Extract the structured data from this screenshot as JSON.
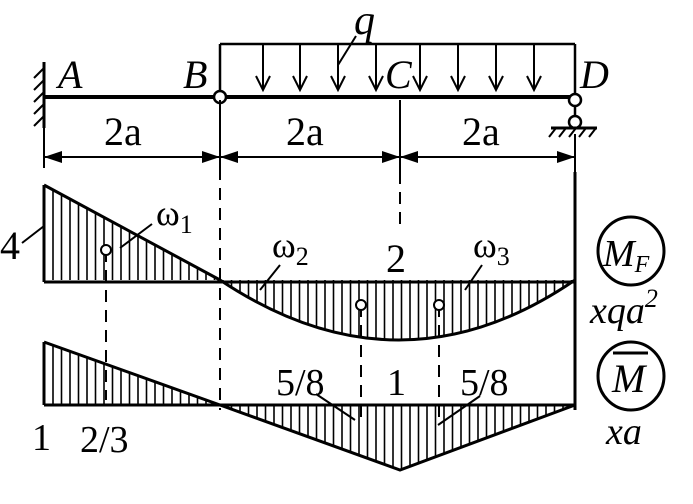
{
  "points": {
    "A": "A",
    "B": "B",
    "C": "C",
    "D": "D"
  },
  "load": {
    "q": "q"
  },
  "spans": [
    "2a",
    "2a",
    "2a"
  ],
  "mf_diagram": {
    "badge_main": "M",
    "badge_sub": "F",
    "ordinate_left": "4",
    "ordinate_mid": "2",
    "omega_main": "ω",
    "omega1_sub": "1",
    "omega2_sub": "2",
    "omega3_sub": "3",
    "unit_main": "xqa",
    "unit_exp": "2"
  },
  "mbar_diagram": {
    "badge": "M",
    "ordinate_left": "1",
    "ordinate_two_thirds": "2/3",
    "ordinate_5_8_left": "5/8",
    "ordinate_center": "1",
    "ordinate_5_8_right": "5/8",
    "unit": "xa"
  }
}
